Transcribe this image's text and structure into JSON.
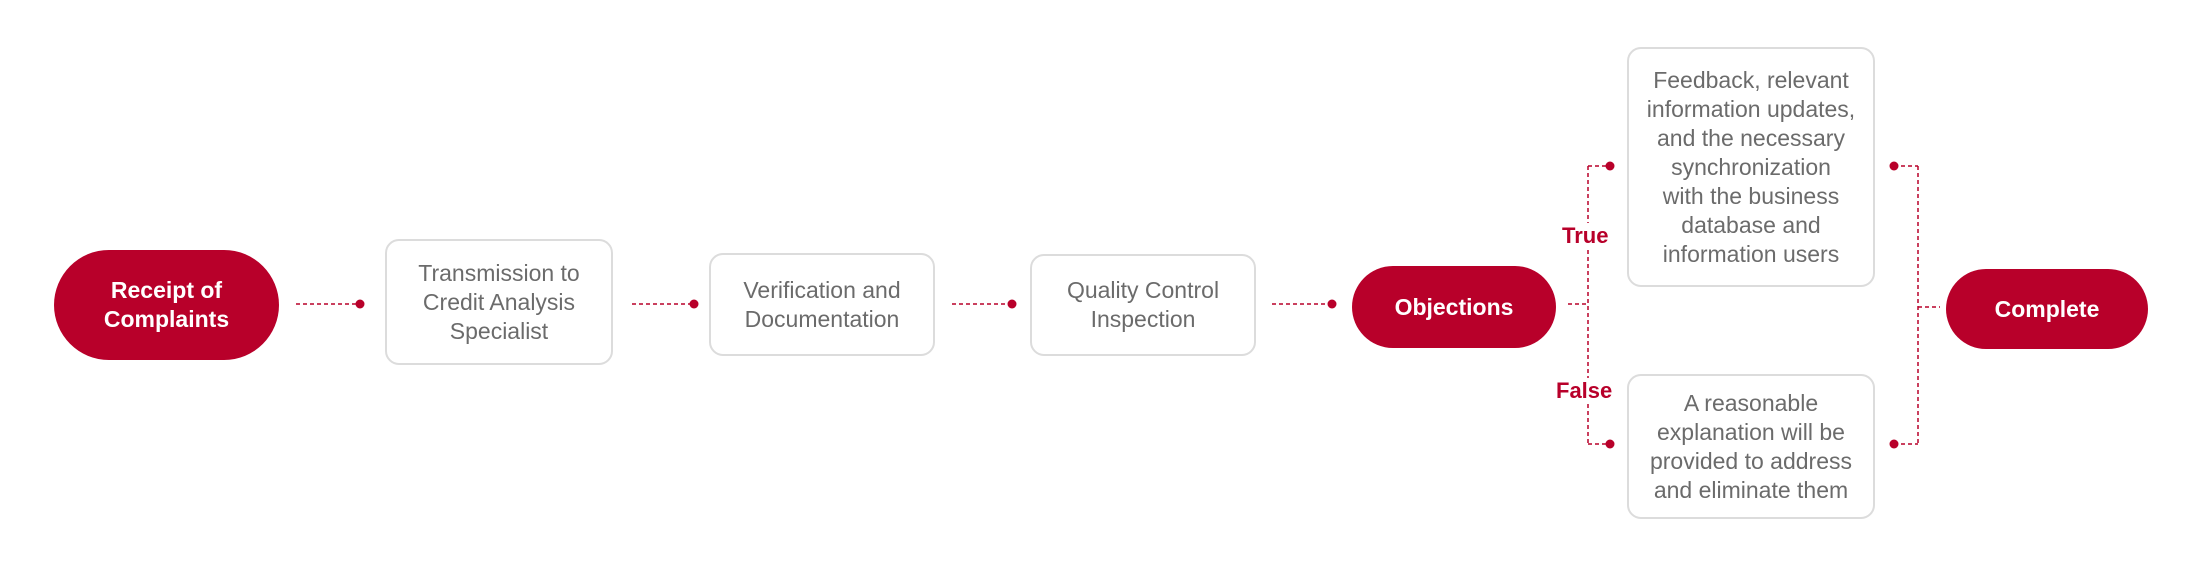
{
  "colors": {
    "accent": "#b8002a",
    "box_border": "#dcdcdc",
    "box_text": "#6b6b6b"
  },
  "nodes": {
    "receipt": "Receipt of\nComplaints",
    "transmission": "Transmission to\nCredit Analysis\nSpecialist",
    "verification": "Verification and\nDocumentation",
    "quality": "Quality Control\nInspection",
    "objections": "Objections",
    "feedback": "Feedback, relevant\ninformation updates,\nand the necessary\nsynchronization\nwith the business\ndatabase and\ninformation users",
    "explanation": "A reasonable\nexplanation will be\nprovided to address\nand eliminate them",
    "complete": "Complete"
  },
  "branches": {
    "true_label": "True",
    "false_label": "False"
  }
}
